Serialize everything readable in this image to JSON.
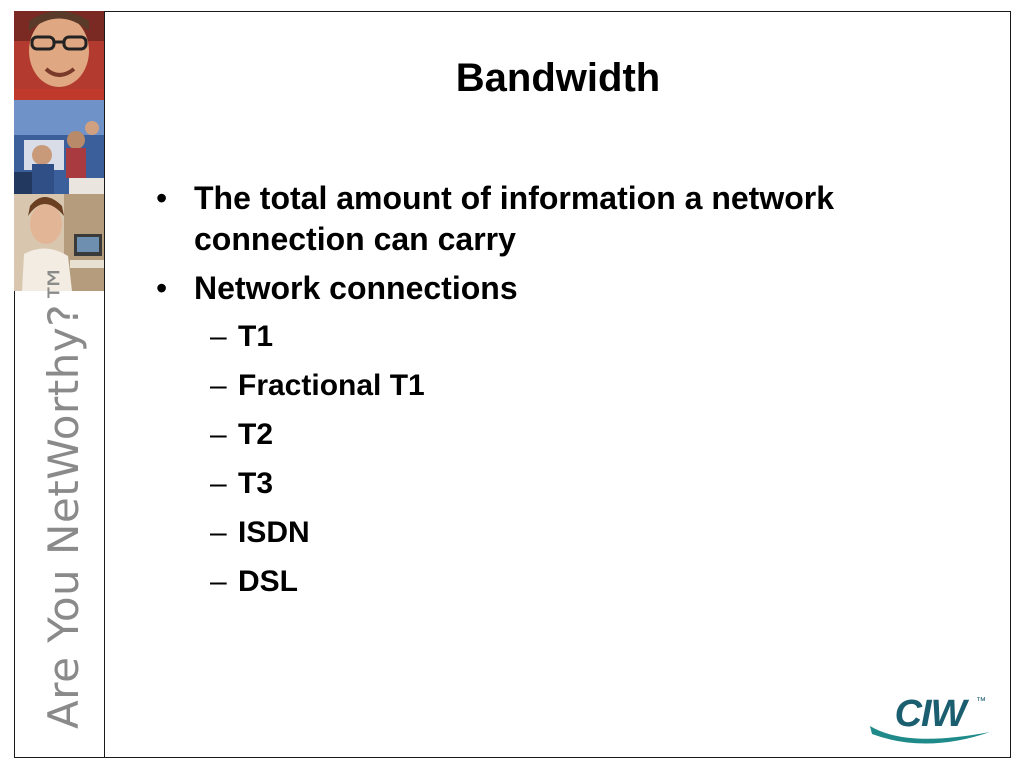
{
  "slide": {
    "title": "Bandwidth",
    "bullets": [
      {
        "text": "The total amount of information a network connection can carry",
        "sub_items": []
      },
      {
        "text": "Network connections",
        "sub_items": [
          "T1",
          "Fractional T1",
          "T2",
          "T3",
          "ISDN",
          "DSL"
        ]
      }
    ],
    "bullet_glyph": "•",
    "dash_glyph": "–"
  },
  "sidebar": {
    "tagline": "Are You NetWorthy?™",
    "photos": [
      "smiling-man-photo",
      "classroom-photo",
      "woman-at-computer-photo"
    ]
  },
  "logo": {
    "text": "CIW",
    "trademark": "™",
    "color": "#1b5e6f",
    "swoosh_color": "#1f8a8a"
  },
  "colors": {
    "tagline": "#8a8a8a",
    "frame": "#1a1a1a"
  }
}
